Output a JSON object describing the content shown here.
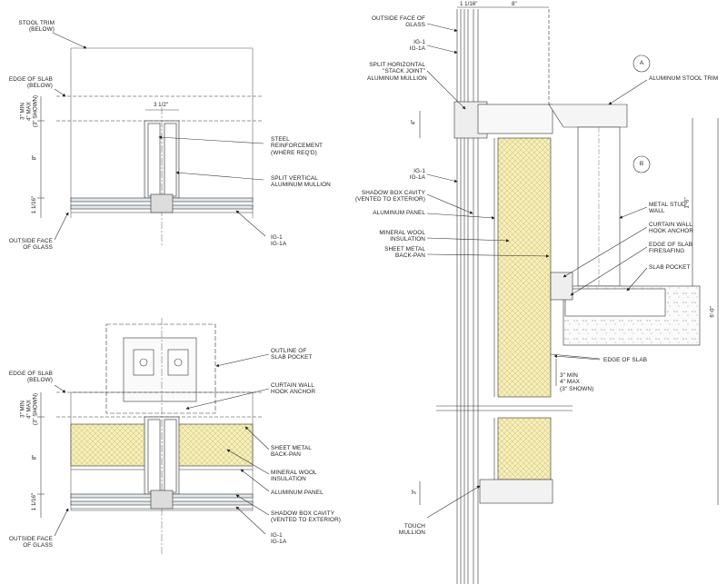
{
  "top_plan": {
    "stool_trim": "STOOL TRIM\n(BELOW)",
    "edge_of_slab": "EDGE OF SLAB\n(BELOW)",
    "dim_width": "3 1/2\"",
    "dim_edge": "3\" MIN\n4\" MAX\n(3\" SHOWN)",
    "dim_depth": "8\"",
    "dim_glass": "1 1/16\"",
    "steel_reinf": "STEEL\nREINFORCEMENT\n(WHERE REQ'D)",
    "split_mullion": "SPLIT VERTICAL\nALUMINUM MULLION",
    "outside_face": "OUTSIDE FACE\nOF GLASS",
    "ig": "IG-1\nIG-1A"
  },
  "bottom_plan": {
    "outline_pocket": "OUTLINE OF\nSLAB POCKET",
    "hook_anchor": "CURTAIN WALL\nHOOK ANCHOR",
    "edge_of_slab": "EDGE OF SLAB\n(BELOW)",
    "dim_edge": "3\" MIN\n4\" MAX\n(3\" SHOWN)",
    "dim_depth": "8\"",
    "dim_glass": "1 1/16\"",
    "back_pan": "SHEET METAL\nBACK-PAN",
    "mineral_wool": "MINERAL WOOL\nINSULATION",
    "aluminum_panel": "ALUMINUM PANEL",
    "shadow_box": "SHADOW BOX CAVITY\n(VENTED TO EXTERIOR)",
    "outside_face": "OUTSIDE FACE\nOF GLASS",
    "ig": "IG-1\nIG-1A"
  },
  "section": {
    "dim_glass": "1 1/16\"",
    "dim_depth": "8\"",
    "outside_face": "OUTSIDE FACE OF\nGLASS",
    "ig_top": "IG-1\nIG-1A",
    "split_horizontal": "SPLIT HORIZONTAL\n\"STACK JOINT\"\nALUMINUM MULLION",
    "ig_mid": "IG-1\nIG-1A",
    "shadow_box": "SHADOW BOX CAVITY\n(VENTED TO EXTERIOR)",
    "aluminum_panel": "ALUMINUM PANEL",
    "mineral_wool": "MINERAL WOOL\nINSULATION",
    "back_pan": "SHEET METAL\nBACK-PAN",
    "touch_mullion": "TOUCH\nMULLION",
    "stool_trim": "ALUMINUM STOOL TRIM",
    "metal_stud": "METAL STUD\nWALL",
    "hook_anchor": "CURTAIN WALL\nHOOK ANCHOR",
    "firesafing": "EDGE OF SLAB\nFIRESAFING",
    "slab_pocket": "SLAB POCKET",
    "edge_of_slab": "EDGE OF SLAB",
    "dim_edge": "3\" MIN\n4\" MAX\n(3\" SHOWN)",
    "dim_4": "4\"",
    "dim_3": "3\"",
    "dim_1_6": "1'-6\"",
    "dim_6_0": "6'-0\"",
    "tag_a": "A",
    "tag_b": "B"
  }
}
